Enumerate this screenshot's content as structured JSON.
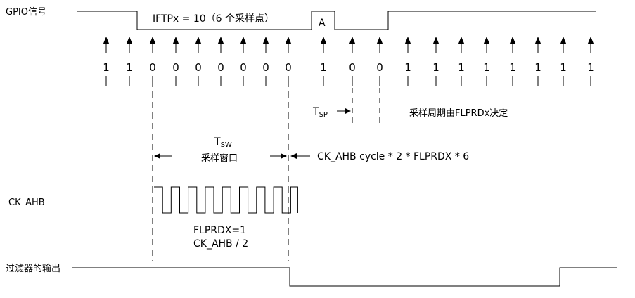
{
  "signals": {
    "gpio_label": "GPIO信号",
    "ck_ahb_label": "CK_AHB",
    "filter_output_label": "过滤器的输出"
  },
  "annotations": {
    "iftpx_label": "IFTPx = 10（6 个采样点）",
    "pulse_a_label": "A",
    "tsp_main": "T",
    "tsp_sub": "SP",
    "sample_period_note": "采样周期由FLPRDx决定",
    "tsw_main": "T",
    "tsw_sub": "SW",
    "sampling_window_label": "采样窗口",
    "ahb_cycle_formula": "CK_AHB cycle * 2 * FLPRDX * 6",
    "flprdx_line": "FLPRDX=1",
    "ck_ahb_div_line": "CK_AHB / 2"
  },
  "samples": [
    "1",
    "1",
    "0",
    "0",
    "0",
    "0",
    "0",
    "0",
    "0",
    "1",
    "0",
    "0",
    "1",
    "1",
    "1",
    "1",
    "1",
    "1",
    "1",
    "1"
  ]
}
